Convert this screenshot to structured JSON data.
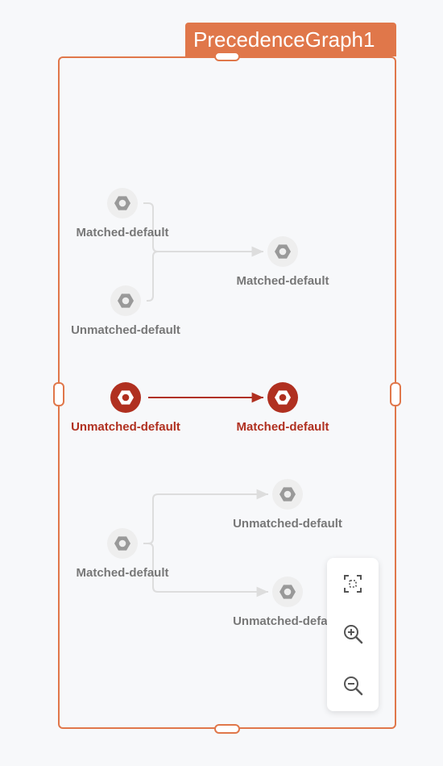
{
  "graph": {
    "title": "PrecedenceGraph1",
    "colors": {
      "frame": "#e0774a",
      "edge": "#dddddd",
      "node_bg": "#eeeeee",
      "node_icon": "#999999",
      "highlight": "#b03020",
      "label": "#777777"
    },
    "groups": [
      {
        "sources": [
          "Matched-default",
          "Unmatched-default"
        ],
        "targets": [
          "Matched-default"
        ],
        "highlighted": false
      },
      {
        "sources": [
          "Unmatched-default"
        ],
        "targets": [
          "Matched-default"
        ],
        "highlighted": true
      },
      {
        "sources": [
          "Matched-default"
        ],
        "targets": [
          "Unmatched-default",
          "Unmatched-default"
        ],
        "highlighted": false
      }
    ]
  },
  "toolbar": {
    "buttons": [
      {
        "name": "fit-view",
        "icon": "fit-view-icon"
      },
      {
        "name": "zoom-in",
        "icon": "zoom-in-icon"
      },
      {
        "name": "zoom-out",
        "icon": "zoom-out-icon"
      }
    ]
  }
}
